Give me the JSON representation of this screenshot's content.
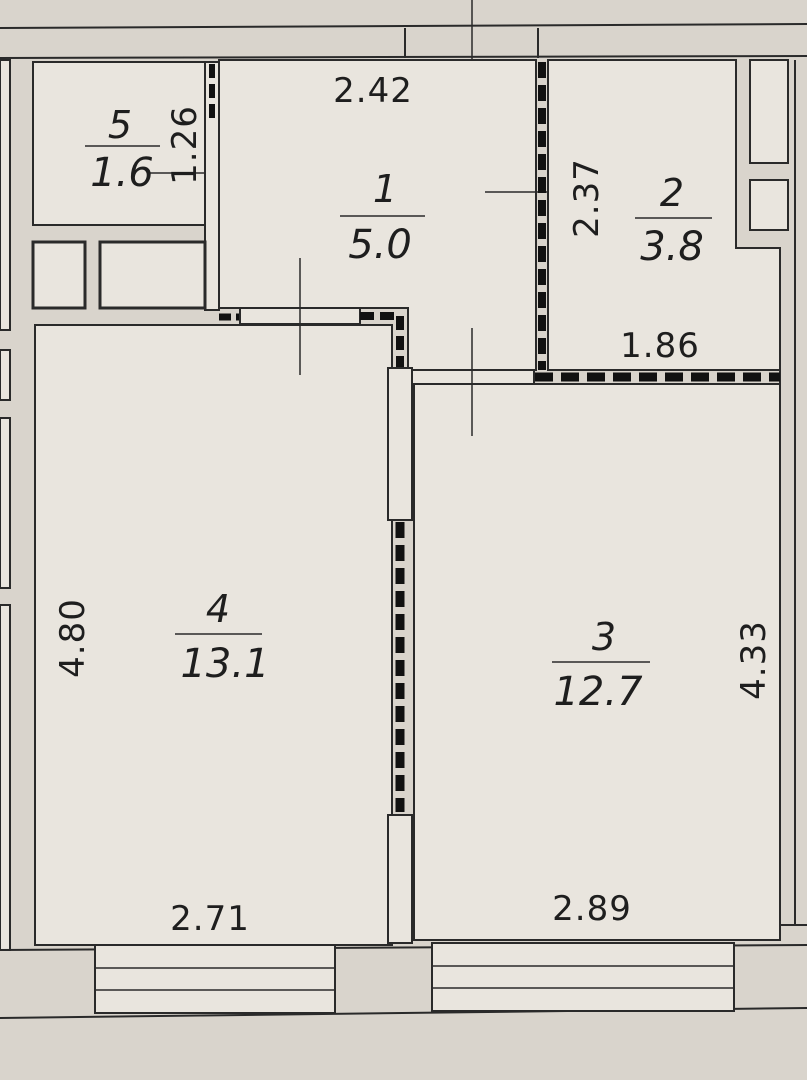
{
  "colors": {
    "paper": "#d9d4cc",
    "room_fill": "#e9e5de",
    "line": "#2a2a2a",
    "wall_dash": "#1a1a1a"
  },
  "rooms": [
    {
      "number": "1",
      "area": "5.0"
    },
    {
      "number": "2",
      "area": "3.8"
    },
    {
      "number": "3",
      "area": "12.7"
    },
    {
      "number": "4",
      "area": "13.1"
    },
    {
      "number": "5",
      "area": "1.6"
    }
  ],
  "dimensions": {
    "corridor_width": "2.42",
    "corridor_height": "2.37",
    "bath_height": "1.26",
    "room2_width": "1.86",
    "room3_height": "4.33",
    "room4_height": "4.80",
    "room4_width": "2.71",
    "room3_width": "2.89"
  }
}
